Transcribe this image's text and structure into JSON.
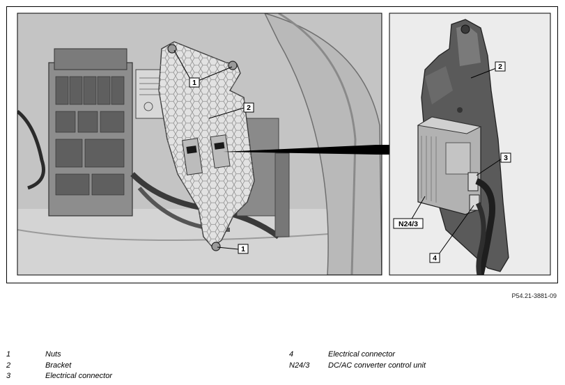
{
  "figure_id": "P54.21-3881-09",
  "callouts": {
    "nuts": "1",
    "bracket": "2",
    "connector_3": "3",
    "connector_4": "4",
    "control_unit": "N24/3"
  },
  "legend": [
    {
      "key": "1",
      "text": "Nuts"
    },
    {
      "key": "2",
      "text": "Bracket"
    },
    {
      "key": "3",
      "text": "Electrical connector"
    },
    {
      "key": "4",
      "text": "Electrical connector"
    },
    {
      "key": "N24/3",
      "text": "DC/AC converter control unit"
    }
  ],
  "colors": {
    "background_metal": "#c9c9c9",
    "bracket": "#e6e6e6",
    "line": "#000000"
  }
}
